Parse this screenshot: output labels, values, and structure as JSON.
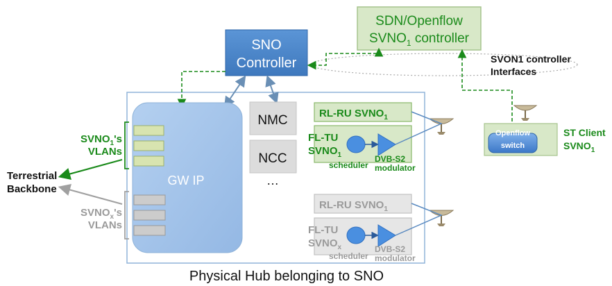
{
  "caption": "Physical Hub belonging to SNO",
  "sdn_controller": {
    "line1": "SDN/Openflow",
    "line2_prefix": "SVNO",
    "line2_sub": "1",
    "line2_suffix": " controller"
  },
  "sno_controller": {
    "line1": "SNO",
    "line2": "Controller"
  },
  "interfaces_label": {
    "line1": "SVON1 controller",
    "line2": "Interfaces"
  },
  "nmc": "NMC",
  "ncc": "NCC",
  "dots": "…",
  "gw_ip": "GW IP",
  "svno1_vlans": {
    "line1_prefix": "SVNO",
    "line1_sub": "1",
    "line1_suffix": "'s",
    "line2": "VLANs"
  },
  "svnox_vlans": {
    "line1_prefix": "SVNO",
    "line1_sub": "x",
    "line1_suffix": "'s",
    "line2": "VLANs"
  },
  "terrestrial": {
    "line1": "Terrestrial",
    "line2": "Backbone"
  },
  "rl_ru_1": {
    "prefix": "RL-RU SVNO",
    "sub": "1"
  },
  "rl_ru_x": {
    "prefix": "RL-RU SVNO",
    "sub": "1"
  },
  "fl_tu_1": {
    "line1": "FL-TU",
    "line2_prefix": "SVNO",
    "line2_sub": "1"
  },
  "fl_tu_x": {
    "line1": "FL-TU",
    "line2_prefix": "SVNO",
    "line2_sub": "x"
  },
  "scheduler_1": "scheduler",
  "scheduler_x": "scheduler",
  "modulator_1": {
    "line1": "DVB-S2",
    "line2": "modulator"
  },
  "modulator_x": {
    "line1": "DVB-S2",
    "line2": "modulator"
  },
  "openflow_switch": {
    "line1": "Openflow",
    "line2": "switch"
  },
  "st_client": {
    "line1": "ST Client",
    "line2_prefix": "SVNO",
    "line2_sub": "1"
  },
  "colors": {
    "green_text": "#1a8a1a",
    "gray_text": "#9a9a9a",
    "blue_box": "#4a86c8",
    "light_green": "#d8e8c8",
    "light_blue": "#c6d9ef"
  }
}
